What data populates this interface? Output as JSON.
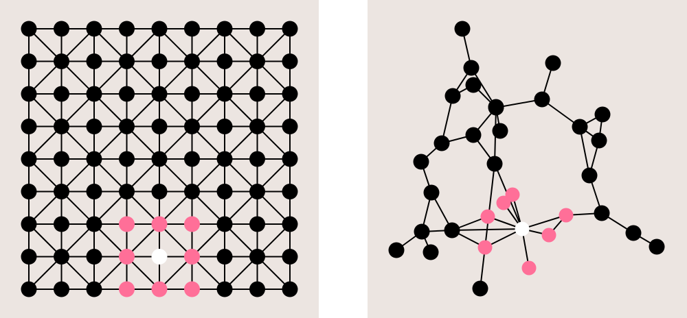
{
  "colors": {
    "background": "#ece5e1",
    "node": "#000000",
    "edge": "#000000",
    "focus_node": "#ffffff",
    "neighbor_node": "#ff6f98"
  },
  "grid_graph": {
    "rows": 9,
    "cols": 9,
    "diagonal_pattern": "alternating-checkerboard",
    "focus_node": [
      7,
      4
    ],
    "neighbor_nodes": [
      [
        6,
        3
      ],
      [
        6,
        4
      ],
      [
        6,
        5
      ],
      [
        7,
        3
      ],
      [
        7,
        5
      ],
      [
        8,
        3
      ],
      [
        8,
        4
      ],
      [
        8,
        5
      ]
    ]
  },
  "embedded_graph": {
    "nodes": [
      {
        "id": "a1",
        "role": "node"
      },
      {
        "id": "a2",
        "role": "node"
      },
      {
        "id": "a3",
        "role": "node"
      },
      {
        "id": "a4",
        "role": "node"
      },
      {
        "id": "a5",
        "role": "node"
      },
      {
        "id": "a6",
        "role": "node"
      },
      {
        "id": "a7",
        "role": "node"
      },
      {
        "id": "a8",
        "role": "node"
      },
      {
        "id": "a9",
        "role": "node"
      },
      {
        "id": "a10",
        "role": "node"
      },
      {
        "id": "a11",
        "role": "node"
      },
      {
        "id": "a12",
        "role": "node"
      },
      {
        "id": "a13",
        "role": "node"
      },
      {
        "id": "a14",
        "role": "node"
      },
      {
        "id": "a15",
        "role": "node"
      },
      {
        "id": "a16",
        "role": "node"
      },
      {
        "id": "a17",
        "role": "node"
      },
      {
        "id": "a18",
        "role": "node"
      },
      {
        "id": "a19",
        "role": "node"
      },
      {
        "id": "a20",
        "role": "node"
      },
      {
        "id": "a21",
        "role": "node"
      },
      {
        "id": "a22",
        "role": "node"
      },
      {
        "id": "a23",
        "role": "node"
      },
      {
        "id": "a24",
        "role": "node"
      },
      {
        "id": "a25",
        "role": "node"
      },
      {
        "id": "a26",
        "role": "node"
      },
      {
        "id": "a27",
        "role": "node"
      },
      {
        "id": "a28",
        "role": "focus"
      },
      {
        "id": "a29",
        "role": "neighbor"
      },
      {
        "id": "a30",
        "role": "neighbor"
      },
      {
        "id": "a31",
        "role": "neighbor"
      },
      {
        "id": "a32",
        "role": "neighbor"
      },
      {
        "id": "a33",
        "role": "neighbor"
      },
      {
        "id": "a34",
        "role": "neighbor"
      },
      {
        "id": "a35",
        "role": "neighbor"
      }
    ],
    "edges": [
      [
        "a1",
        "a2"
      ],
      [
        "a2",
        "a3"
      ],
      [
        "a2",
        "a9"
      ],
      [
        "a3",
        "a9"
      ],
      [
        "a3",
        "a5"
      ],
      [
        "a4",
        "a7"
      ],
      [
        "a7",
        "a9"
      ],
      [
        "a9",
        "a10"
      ],
      [
        "a9",
        "a6"
      ],
      [
        "a9",
        "a8"
      ],
      [
        "a9",
        "a11"
      ],
      [
        "a5",
        "a14"
      ],
      [
        "a14",
        "a8"
      ],
      [
        "a8",
        "a11"
      ],
      [
        "a14",
        "a13"
      ],
      [
        "a13",
        "a15"
      ],
      [
        "a15",
        "a18"
      ],
      [
        "a15",
        "a19"
      ],
      [
        "a18",
        "a19"
      ],
      [
        "a17",
        "a18"
      ],
      [
        "a18",
        "a20"
      ],
      [
        "a19",
        "a20"
      ],
      [
        "a20",
        "a21"
      ],
      [
        "a21",
        "a22"
      ],
      [
        "a22",
        "a23"
      ],
      [
        "a12",
        "a24"
      ],
      [
        "a7",
        "a12"
      ],
      [
        "a12",
        "a16"
      ],
      [
        "a16",
        "a21"
      ],
      [
        "a20",
        "a32"
      ],
      [
        "a32",
        "a28"
      ],
      [
        "a32",
        "a34"
      ],
      [
        "a28",
        "a29"
      ],
      [
        "a28",
        "a30"
      ],
      [
        "a28",
        "a31"
      ],
      [
        "a28",
        "a33"
      ],
      [
        "a28",
        "a35"
      ],
      [
        "a28",
        "a11"
      ],
      [
        "a28",
        "a19"
      ],
      [
        "a11",
        "a33"
      ],
      [
        "a11",
        "a31"
      ],
      [
        "a19",
        "a33"
      ],
      [
        "a19",
        "a26"
      ],
      [
        "a19",
        "a27"
      ],
      [
        "a25",
        "a26"
      ],
      [
        "a26",
        "a27"
      ],
      [
        "a33",
        "a24"
      ],
      [
        "a31",
        "a29"
      ],
      [
        "a11",
        "a13"
      ]
    ]
  }
}
